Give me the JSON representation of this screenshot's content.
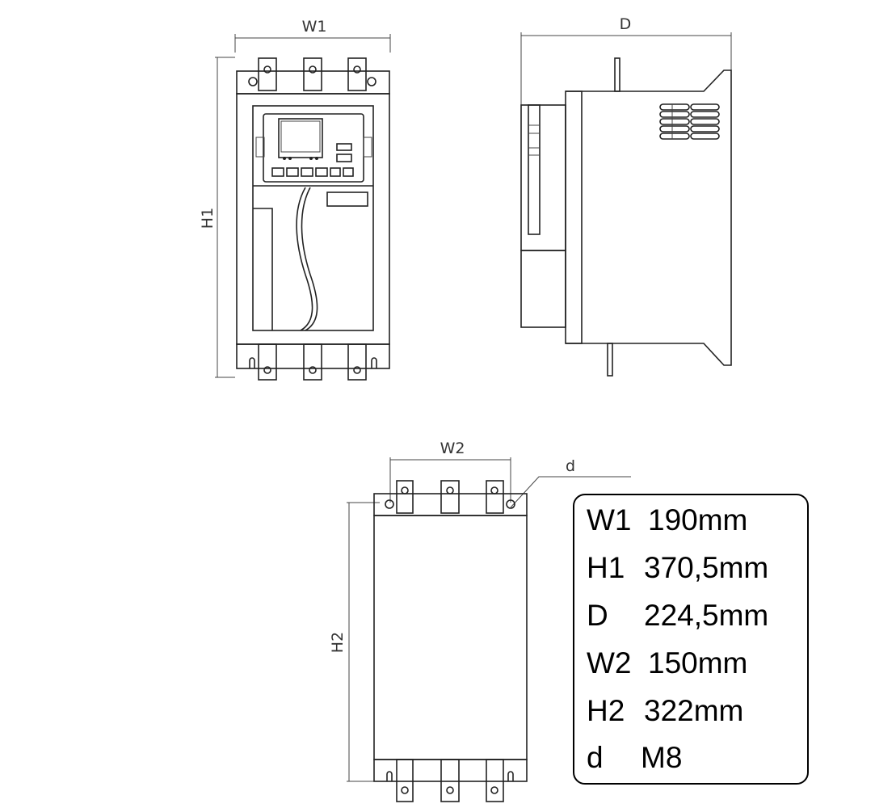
{
  "labels": {
    "front_width": "W1",
    "front_height": "H1",
    "side_depth": "D",
    "mount_width": "W2",
    "mount_height": "H2",
    "hole": "d"
  },
  "dimensions_table": [
    {
      "key": "W1",
      "value": "190mm"
    },
    {
      "key": "H1",
      "value": "370,5mm"
    },
    {
      "key": "D",
      "value": "224,5mm"
    },
    {
      "key": "W2",
      "value": "150mm"
    },
    {
      "key": "H2",
      "value": "322mm"
    },
    {
      "key": "d",
      "value": "M8"
    }
  ]
}
